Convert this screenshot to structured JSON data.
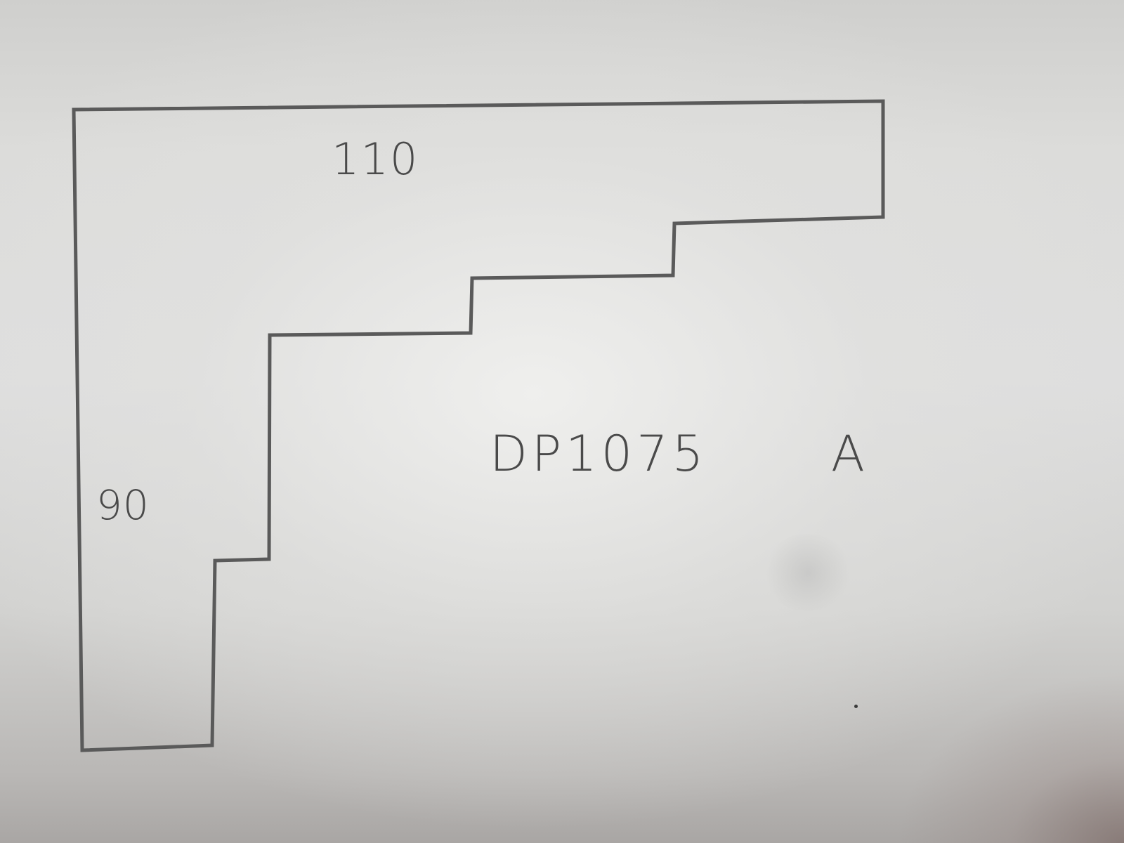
{
  "diagram": {
    "dimension_top": "110",
    "dimension_left": "90",
    "part_code": "DP1075",
    "revision": "A"
  },
  "colors": {
    "pencil": "#555555",
    "paper": "#dcdcda"
  }
}
